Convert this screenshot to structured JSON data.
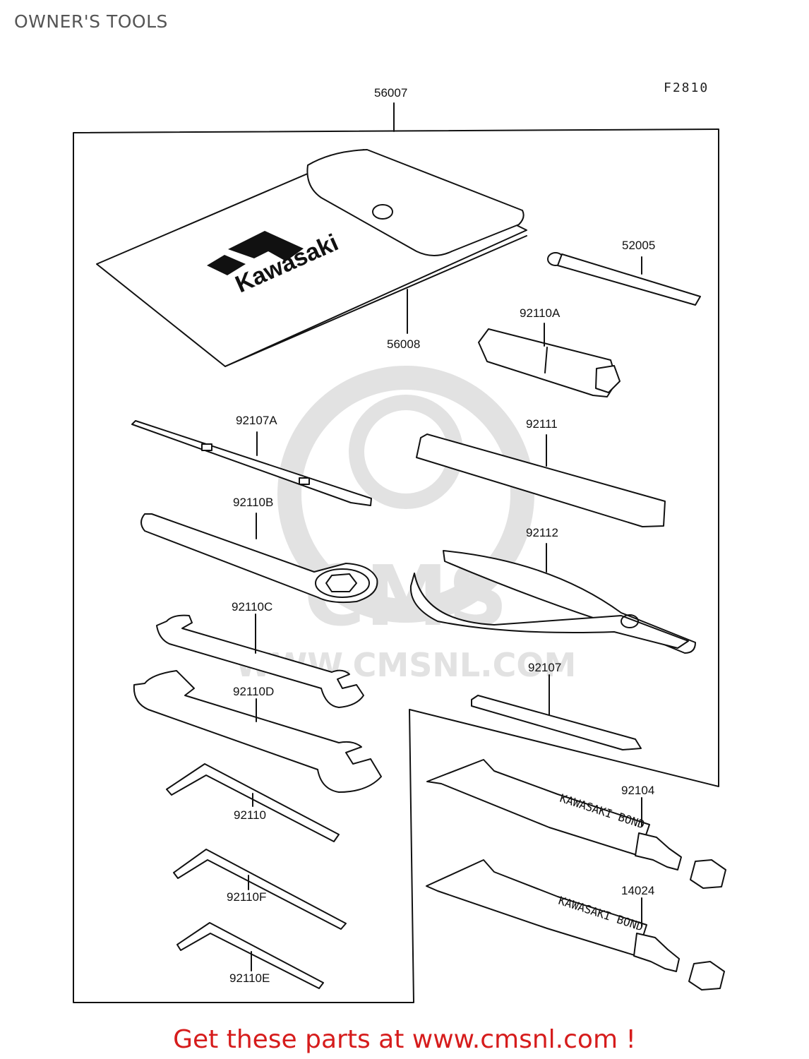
{
  "title": "OWNER'S TOOLS",
  "figure_code": "F2810",
  "footer": "Get these parts at www.cmsnl.com !",
  "watermark": {
    "text": "WWW.CMSNL.COM",
    "logo": "CMS"
  },
  "pouch_logo": "Kawasaki",
  "tube_text": "KAWASAKI BOND",
  "colors": {
    "ink": "#111111",
    "title": "#555555",
    "footer": "#d61c1c",
    "watermark": "#e2e2e2"
  },
  "parts": [
    {
      "id": "kit",
      "number": "56007",
      "name": "kit-box"
    },
    {
      "id": "pouch",
      "number": "56008",
      "name": "tool-pouch"
    },
    {
      "id": "bar-52005",
      "number": "52005",
      "name": "tommy-bar"
    },
    {
      "id": "plug",
      "number": "92110A",
      "name": "spark-plug-wrench"
    },
    {
      "id": "sd-92107A",
      "number": "92107A",
      "name": "screwdriver-flat"
    },
    {
      "id": "grip",
      "number": "92111",
      "name": "screwdriver-grip"
    },
    {
      "id": "box",
      "number": "92110B",
      "name": "box-wrench"
    },
    {
      "id": "pliers",
      "number": "92112",
      "name": "pliers"
    },
    {
      "id": "wc",
      "number": "92110C",
      "name": "open-end-wrench-small"
    },
    {
      "id": "sd-92107",
      "number": "92107",
      "name": "screwdriver-phillips"
    },
    {
      "id": "wd",
      "number": "92110D",
      "name": "open-end-wrench-large"
    },
    {
      "id": "bond1",
      "number": "92104",
      "name": "bond-tube-1"
    },
    {
      "id": "hex1",
      "number": "92110",
      "name": "hex-key-large"
    },
    {
      "id": "bond2",
      "number": "14024",
      "name": "bond-tube-2"
    },
    {
      "id": "hex2",
      "number": "92110F",
      "name": "hex-key-medium"
    },
    {
      "id": "hex3",
      "number": "92110E",
      "name": "hex-key-small"
    }
  ]
}
